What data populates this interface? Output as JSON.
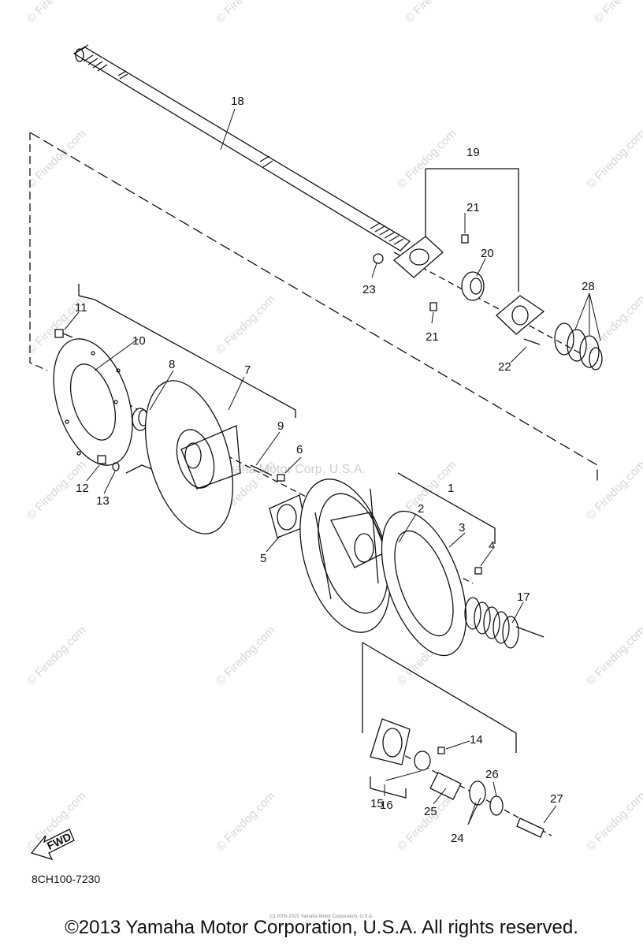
{
  "watermark": {
    "site": "© Firedog.com",
    "center": "© Yamaha Motor Corp, U.S.A."
  },
  "fwd_label": "FWD",
  "diagram_code": "8CH100-7230",
  "small_note": "(c) 2005-2015 Yamaha Motor Corporation, U.S.A.",
  "copyright": "©2013 Yamaha Motor Corporation, U.S.A. All rights reserved.",
  "callouts": {
    "c1": "1",
    "c2": "2",
    "c3": "3",
    "c4": "4",
    "c5": "5",
    "c6": "6",
    "c7": "7",
    "c8": "8",
    "c9": "9",
    "c10": "10",
    "c11": "11",
    "c12": "12",
    "c13": "13",
    "c14": "14",
    "c15": "15",
    "c16": "16",
    "c17": "17",
    "c18": "18",
    "c19": "19",
    "c20": "20",
    "c21a": "21",
    "c21b": "21",
    "c22": "22",
    "c23": "23",
    "c24": "24",
    "c25": "25",
    "c26": "26",
    "c27": "27",
    "c28": "28"
  }
}
